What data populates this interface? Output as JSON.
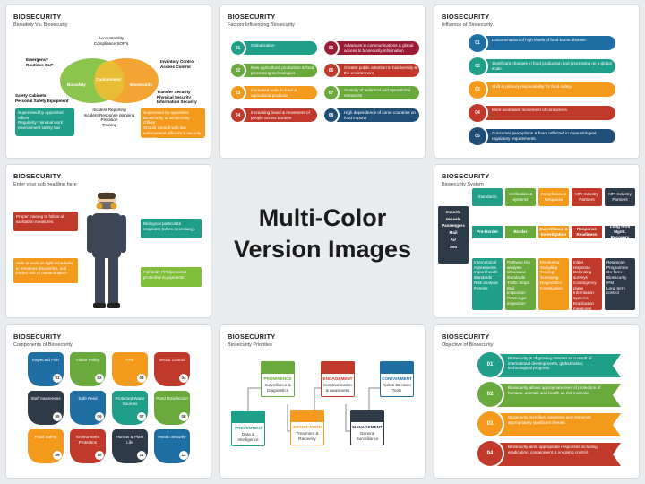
{
  "center": {
    "line1": "Multi-Color",
    "line2": "Version Images"
  },
  "s1": {
    "title": "BIOSECURITY",
    "subtitle": "Biosafety Vs. Biosecurity",
    "top_label": "Accountability\nCompliance SOP's",
    "left_label": "Emergency\nRoutines GLP",
    "right_label": "Inventory Control\nAccess Control",
    "biosafety": "Biosafety",
    "containment": "Containment",
    "biosecurity": "Biosecurity",
    "left_bullets": [
      "Safety Cabinets",
      "Personal Safety Equipment"
    ],
    "right_bullets": [
      "Transfer Security",
      "Physical Security",
      "Information Security"
    ],
    "bottom_mid": "Incident Reporting\nIncident Response planning\nPrecision\nTraining",
    "green_box": "Supervised by appointed officer\nRegularity: minimal work environment safety law",
    "orange_box": "Supervised by appointed Biosecurity or Biosecurity Officer\nShould consult with law enforcement official's & security experts"
  },
  "s2": {
    "title": "BIOSECURITY",
    "subtitle": "Factors Influencing Biosecurity",
    "items": [
      {
        "n": "01",
        "text": "Globalization",
        "color": "#1f9e8a"
      },
      {
        "n": "02",
        "text": "New agricultural production & food processing technologies",
        "color": "#6aaa3d"
      },
      {
        "n": "03",
        "text": "Increased trade in food & agricultural products",
        "color": "#f39a1d"
      },
      {
        "n": "04",
        "text": "Increasing travel & movement of people across borders",
        "color": "#c0392b"
      },
      {
        "n": "05",
        "text": "Advances in communications & global access to biosecurity information",
        "color": "#9b1b35"
      },
      {
        "n": "06",
        "text": "Greater public attention to biodiversity & the environment",
        "color": "#c0392b"
      },
      {
        "n": "07",
        "text": "Scarcity of technical and operational resources",
        "color": "#6aaa3d"
      },
      {
        "n": "08",
        "text": "High dependence of some countries on food imports",
        "color": "#1f4e79"
      }
    ]
  },
  "s3": {
    "title": "BIOSECURITY",
    "subtitle": "Influence of Biosecurity",
    "items": [
      {
        "n": "01",
        "text": "Documentation of high levels of food-borne disease.",
        "color": "#1f6fa5"
      },
      {
        "n": "02",
        "text": "Significant changes in food production and processing on a global scale.",
        "color": "#1f9e8a"
      },
      {
        "n": "03",
        "text": "Shift in primary responsibility for food safety.",
        "color": "#f39a1d"
      },
      {
        "n": "04",
        "text": "More worldwide movement of consumers.",
        "color": "#c0392b"
      },
      {
        "n": "05",
        "text": "Consumer perceptions & fears reflected in more stringent regulatory requirements.",
        "color": "#1f4e79"
      }
    ]
  },
  "s4": {
    "title": "BIOSECURITY",
    "subtitle": "Enter your sub headline here",
    "b1": "Proper training to follow all sanitation measures.",
    "b2": "Biological particulate respirator (when necessary).",
    "b3": "Able to work on light schedules in emotions discomfort, and further risk of contamination.",
    "b4": "Full body PPE/personal protective Equipments."
  },
  "s5": {
    "title": "BIOSECURITY",
    "subtitle": "Biosecurity System",
    "headers": [
      "Standards",
      "Verification & systems",
      "Compliance & Response",
      "MPI Industry Partners",
      "MPI Industry Partners"
    ],
    "left_labels": [
      "Imports",
      "Vessels",
      "Passengers",
      "Mail",
      "Air",
      "Sea"
    ],
    "flow": [
      "Pre-Border",
      "Border",
      "Surveillance & Investigation",
      "Response Readiness",
      "Long term Mgmt. Recovery"
    ],
    "cols": [
      [
        "International Agreements",
        "Import health standards",
        "Risk analysis",
        "Permits"
      ],
      [
        "Pathway risk analysis",
        "Clearance standards",
        "Traffic stops",
        "Mail inspection",
        "Passenger inspection"
      ],
      [
        "Monitoring",
        "Sampling",
        "Tracing",
        "Surveying",
        "Diagnostics",
        "Investigation"
      ],
      [
        "Initial response",
        "Delimiting surveys",
        "Contingency plans",
        "Information systems",
        "Eradication measures"
      ],
      [
        "Response",
        "Programme",
        "On-farm Biosecurity",
        "IPM",
        "Long term control"
      ]
    ]
  },
  "s6": {
    "title": "BIOSECURITY",
    "subtitle": "Components of Biosecurity",
    "items": [
      {
        "label": "Inspected Fish",
        "n": "01",
        "color": "#1f6fa5"
      },
      {
        "label": "Visitor Policy",
        "n": "02",
        "color": "#6aaa3d"
      },
      {
        "label": "PPE",
        "n": "03",
        "color": "#f39a1d"
      },
      {
        "label": "Vector Control",
        "n": "04",
        "color": "#c0392b"
      },
      {
        "label": "Staff Awareness",
        "n": "05",
        "color": "#2f3a48"
      },
      {
        "label": "Safe Feed",
        "n": "06",
        "color": "#1f6fa5"
      },
      {
        "label": "Protected Water Sources",
        "n": "07",
        "color": "#1f9e8a"
      },
      {
        "label": "Pond Disinfection",
        "n": "08",
        "color": "#6aaa3d"
      },
      {
        "label": "Food Safety",
        "n": "09",
        "color": "#f39a1d"
      },
      {
        "label": "Environment Protection",
        "n": "10",
        "color": "#c0392b"
      },
      {
        "label": "Human & Plant Life",
        "n": "11",
        "color": "#2f3a48"
      },
      {
        "label": "Health Security",
        "n": "12",
        "color": "#1f6fa5"
      }
    ]
  },
  "s7": {
    "title": "BIOSECURITY",
    "subtitle": "Biosecurity Priorities",
    "items": [
      {
        "head": "PREVENTION",
        "sub": "Data & Intelligence",
        "color": "#1f9e8a"
      },
      {
        "head": "PROMINENCE",
        "sub": "Surveillance & Diagnostics",
        "color": "#6aaa3d"
      },
      {
        "head": "ERADICATION",
        "sub": "Treatment & Recovery",
        "color": "#f39a1d"
      },
      {
        "head": "ENGAGEMENT",
        "sub": "Communication & awareness",
        "color": "#c0392b"
      },
      {
        "head": "MANAGEMENT",
        "sub": "General Surveillance",
        "color": "#2f3a48"
      },
      {
        "head": "CONTAINMENT",
        "sub": "Risk & Decision Tools",
        "color": "#1f6fa5"
      }
    ]
  },
  "s8": {
    "title": "BIOSECURITY",
    "subtitle": "Objective of Biosecurity",
    "items": [
      {
        "n": "01",
        "text": "Biosecurity is of growing interest as a result of international developments, globalization, technological progress.",
        "color": "#1f9e8a"
      },
      {
        "n": "02",
        "text": "Biosecurity allows appropriate level of protection of humans, animals and health as risk increase.",
        "color": "#6aaa3d"
      },
      {
        "n": "03",
        "text": "Biosecurity identifies, assesses and responds appropriately significant threats.",
        "color": "#f39a1d"
      },
      {
        "n": "04",
        "text": "Biosecurity aims appropriate responses including eradication, containment & on-going control.",
        "color": "#c0392b"
      }
    ]
  }
}
